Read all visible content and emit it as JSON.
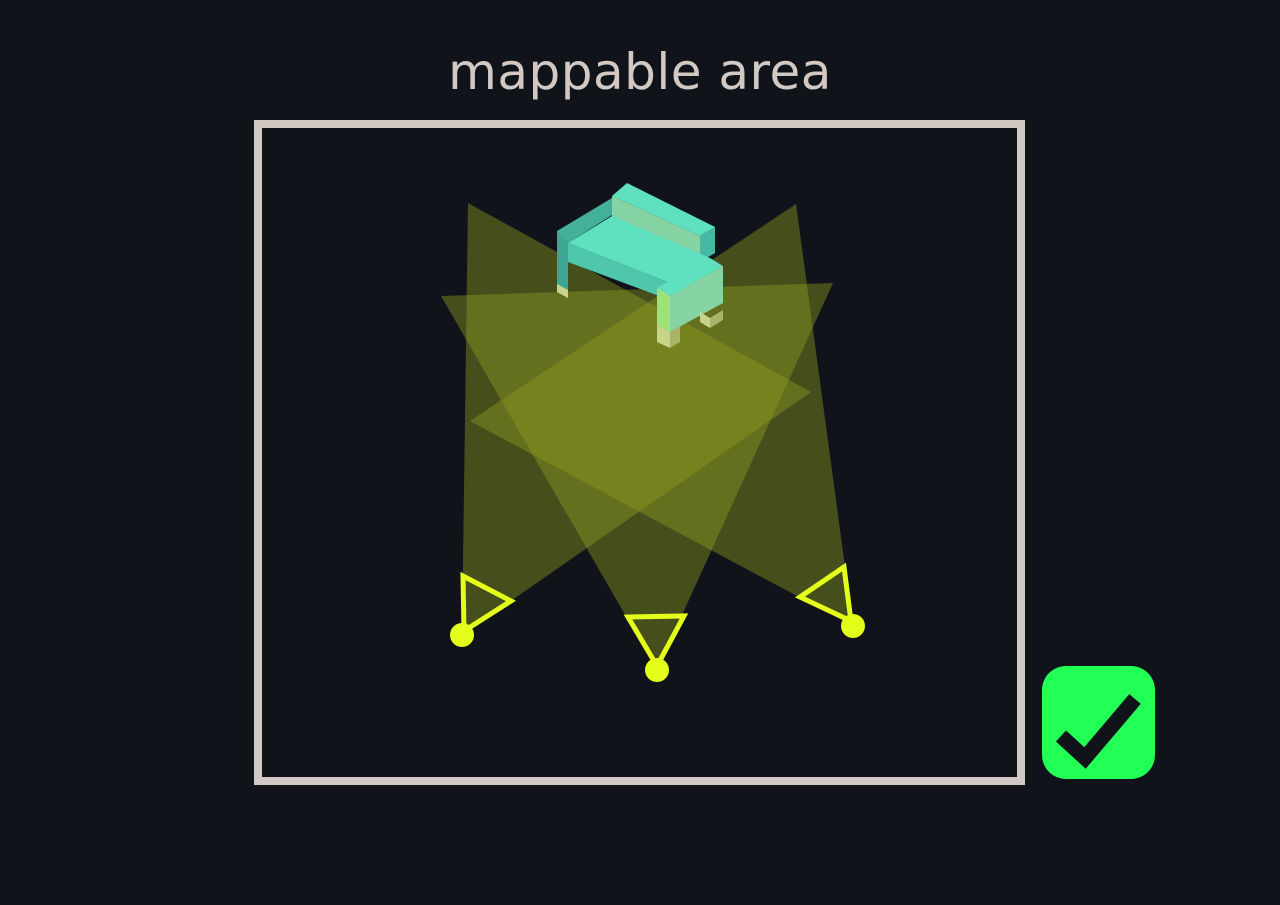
{
  "title": "mappable area",
  "colors": {
    "background": "#10131a",
    "frame": "#d2c9c4",
    "sensor": "#e4ff1a",
    "sensor_fov": "#8a9a1e",
    "chair_top": "#5fe0bf",
    "chair_side": "#47b8a2",
    "chair_leg": "#c8d48a",
    "status_ok": "#22ff55"
  },
  "sensors": [
    {
      "id": "sensor-left"
    },
    {
      "id": "sensor-center"
    },
    {
      "id": "sensor-right"
    }
  ],
  "status": {
    "icon": "checkmark-icon",
    "state": "ok"
  }
}
